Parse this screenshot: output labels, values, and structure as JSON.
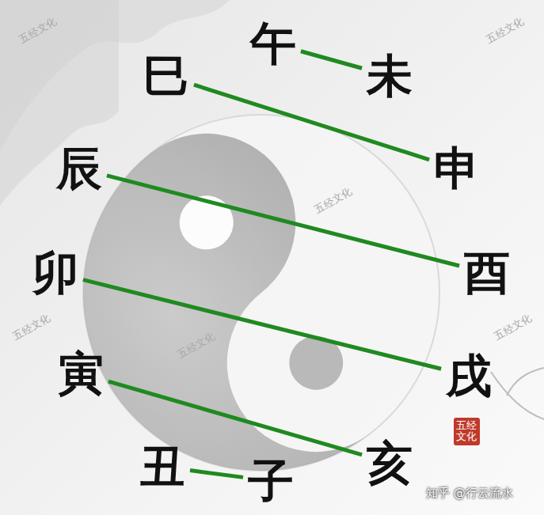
{
  "diagram": {
    "nodes": [
      {
        "text": [
          "午"
        ]
      },
      {
        "text": [
          "未"
        ]
      },
      {
        "text": [
          "巳"
        ]
      },
      {
        "text": [
          "申"
        ]
      },
      {
        "text": [
          "辰"
        ]
      },
      {
        "text": [
          "酉"
        ]
      },
      {
        "text": [
          "卯"
        ]
      },
      {
        "text": [
          "戌"
        ]
      },
      {
        "text": [
          "寅"
        ]
      },
      {
        "text": [
          "亥"
        ]
      },
      {
        "text": [
          "丑"
        ]
      },
      {
        "text": [
          "子"
        ]
      }
    ],
    "edges": [
      {
        "from": 0,
        "to": 1,
        "arrow": "none"
      },
      {
        "from": 2,
        "to": 3,
        "arrow": "none"
      },
      {
        "from": 4,
        "to": 5,
        "arrow": "none"
      },
      {
        "from": 6,
        "to": 7,
        "arrow": "none"
      },
      {
        "from": 8,
        "to": 9,
        "arrow": "none"
      },
      {
        "from": 10,
        "to": 11,
        "arrow": "none"
      }
    ],
    "labels": [
      "五经文化",
      "五经文化",
      "五经文化",
      "五经文化",
      "五经文化",
      "五经文化",
      "五经文化",
      "知乎 @行云流水"
    ]
  }
}
